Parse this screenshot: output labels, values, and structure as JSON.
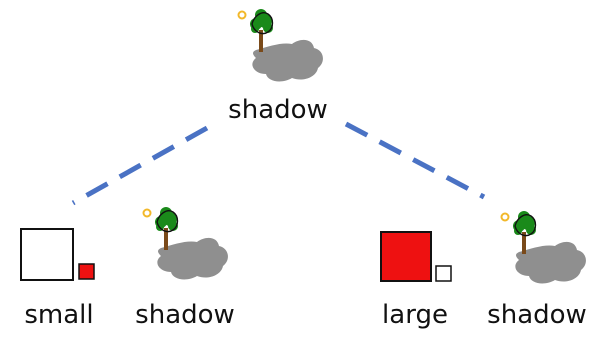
{
  "top_node": {
    "label": "shadow",
    "icon": "shadow-tree-icon"
  },
  "children": [
    {
      "label": "small",
      "icon": "size-small-icon"
    },
    {
      "label": "shadow",
      "icon": "shadow-tree-icon"
    },
    {
      "label": "large",
      "icon": "size-large-icon"
    },
    {
      "label": "shadow",
      "icon": "shadow-tree-icon"
    }
  ],
  "colors": {
    "connector": "#4a72c4",
    "shadow_fill": "#8f8f8f",
    "tree_leaves": "#1a8a1a",
    "tree_trunk": "#7a4a1a",
    "sun": "#f2b82a",
    "square_red": "#ee1111",
    "square_white": "#ffffff",
    "outline": "#111111"
  }
}
